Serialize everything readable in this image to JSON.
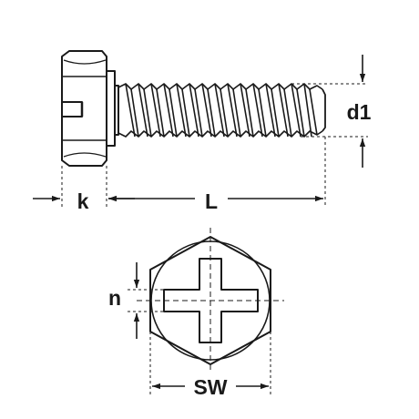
{
  "labels": {
    "k": "k",
    "L": "L",
    "d1": "d1",
    "n": "n",
    "sw": "SW"
  },
  "colors": {
    "ink": "#1a1a1a",
    "background": "#ffffff"
  }
}
